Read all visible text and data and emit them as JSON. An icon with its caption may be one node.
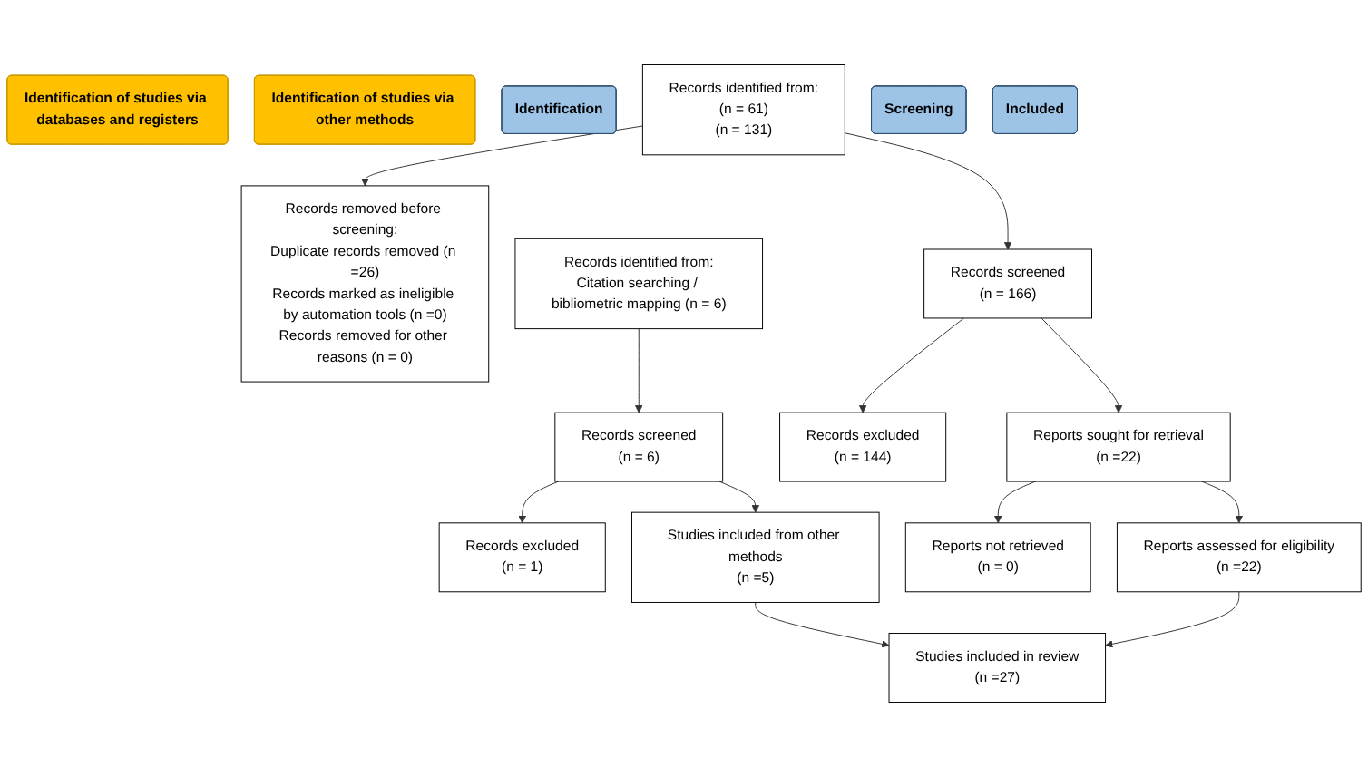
{
  "diagram": {
    "nodes": [
      {
        "text": [
          "Identification of studies via databases and registers"
        ]
      },
      {
        "text": [
          "Identification of studies via other methods"
        ]
      },
      {
        "text": [
          "Identification"
        ]
      },
      {
        "text": [
          "Records identified from:",
          "(n = 61)",
          "(n = 131)"
        ]
      },
      {
        "text": [
          "Records removed before screening:",
          "Duplicate records removed (n =26)",
          "Records marked as ineligible by automation tools (n =0)",
          "Records removed for other reasons (n = 0)"
        ]
      },
      {
        "text": [
          "Records identified from:",
          "Citation searching / bibliometric mapping (n = 6)"
        ]
      },
      {
        "text": [
          "Screening"
        ]
      },
      {
        "text": [
          "Records screened",
          "(n = 166)"
        ]
      },
      {
        "text": [
          "Records excluded",
          "(n = 144)"
        ]
      },
      {
        "text": [
          "Records screened",
          "(n = 6)"
        ]
      },
      {
        "text": [
          "Records excluded",
          "(n = 1)"
        ]
      },
      {
        "text": [
          "Reports sought for retrieval",
          "(n =22)"
        ]
      },
      {
        "text": [
          "Reports not retrieved",
          "(n = 0)"
        ]
      },
      {
        "text": [
          "Studies included from other methods",
          "(n =5)"
        ]
      },
      {
        "text": [
          "Reports assessed for eligibility",
          "(n =22)"
        ]
      },
      {
        "text": [
          "Included"
        ]
      },
      {
        "text": [
          "Studies included in review",
          "(n =27)"
        ]
      }
    ],
    "edges": [
      {
        "from": 3,
        "to": 4,
        "arrow": "to"
      },
      {
        "from": 3,
        "to": 7,
        "arrow": "to"
      },
      {
        "from": 7,
        "to": 8,
        "arrow": "to"
      },
      {
        "from": 7,
        "to": 11,
        "arrow": "to"
      },
      {
        "from": 11,
        "to": 12,
        "arrow": "to"
      },
      {
        "from": 11,
        "to": 14,
        "arrow": "to"
      },
      {
        "from": 14,
        "to": 16,
        "arrow": "to"
      },
      {
        "from": 5,
        "to": 9,
        "arrow": "to"
      },
      {
        "from": 9,
        "to": 10,
        "arrow": "to"
      },
      {
        "from": 9,
        "to": 13,
        "arrow": "to"
      },
      {
        "from": 13,
        "to": 16,
        "arrow": "to"
      }
    ]
  }
}
